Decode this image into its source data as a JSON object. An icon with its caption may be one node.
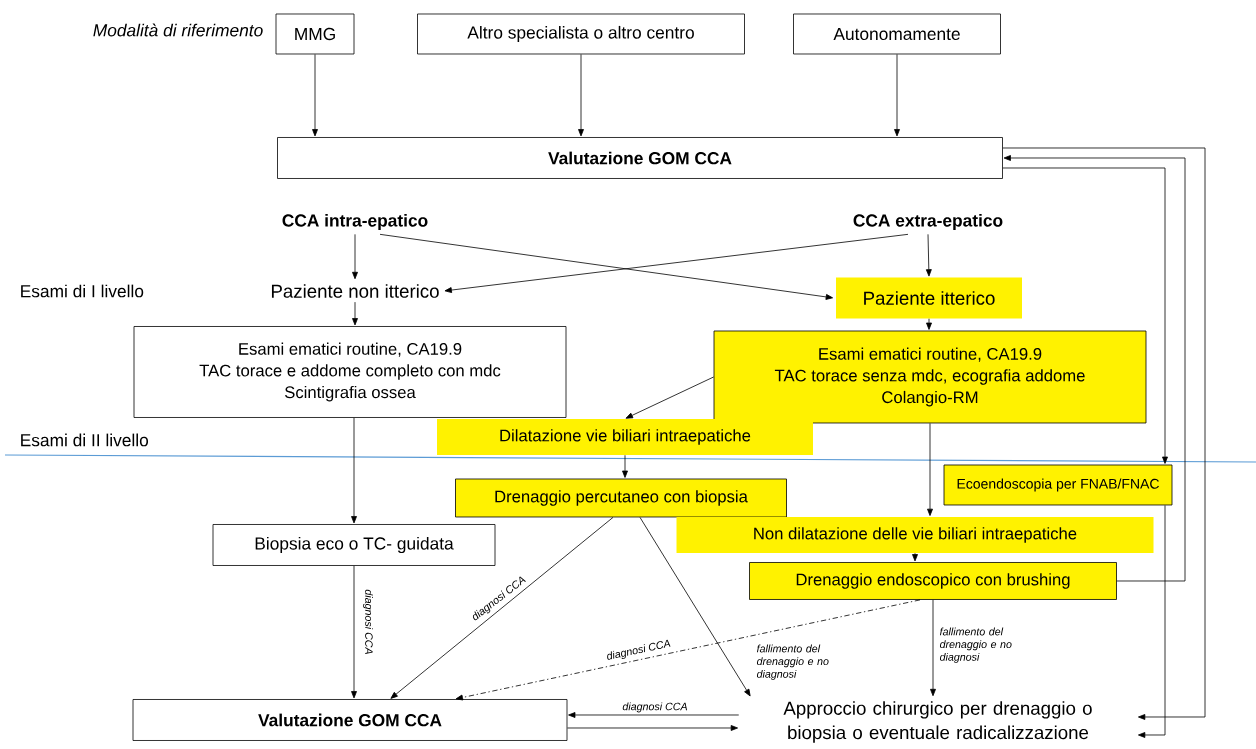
{
  "diagram": {
    "nodes": [
      {
        "text": [
          "MMG"
        ]
      },
      {
        "text": [
          "Altro specialista o altro centro"
        ]
      },
      {
        "text": [
          "Autonomamente"
        ]
      },
      {
        "text": [
          "Valutazione GOM CCA"
        ]
      },
      {
        "text": [
          "CCA intra-epatico"
        ]
      },
      {
        "text": [
          "CCA extra-epatico"
        ]
      },
      {
        "text": [
          "Paziente non itterico"
        ]
      },
      {
        "text": [
          "Paziente itterico"
        ]
      },
      {
        "text": [
          "Esami ematici routine, CA19.9",
          "TAC torace e addome completo con mdc",
          "Scintigrafia ossea"
        ]
      },
      {
        "text": [
          "Esami ematici routine, CA19.9",
          "TAC torace senza mdc, ecografia addome",
          "Colangio-RM"
        ]
      },
      {
        "text": [
          "Dilatazione vie biliari intraepatiche"
        ]
      },
      {
        "text": [
          "Drenaggio percutaneo con biopsia"
        ]
      },
      {
        "text": [
          "Biopsia eco o TC- guidata"
        ]
      },
      {
        "text": [
          "Ecoendoscopia per FNAB/FNAC"
        ]
      },
      {
        "text": [
          "Non dilatazione delle vie biliari intraepatiche"
        ]
      },
      {
        "text": [
          "Drenaggio endoscopico con brushing"
        ]
      },
      {
        "text": [
          "Valutazione GOM CCA"
        ]
      },
      {
        "text": [
          "Approccio chirurgico per drenaggio o biopsia o eventuale radicalizzazione"
        ]
      }
    ],
    "edges": [
      {
        "from": 0,
        "to": 3,
        "arrow": "to"
      },
      {
        "from": 1,
        "to": 3,
        "arrow": "to"
      },
      {
        "from": 2,
        "to": 3,
        "arrow": "to"
      },
      {
        "from": 4,
        "to": 6,
        "arrow": "to"
      },
      {
        "from": 4,
        "to": 7,
        "arrow": "to"
      },
      {
        "from": 5,
        "to": 7,
        "arrow": "to"
      },
      {
        "from": 5,
        "to": 6,
        "arrow": "to"
      },
      {
        "from": 6,
        "to": 8,
        "arrow": "to"
      },
      {
        "from": 7,
        "to": 9,
        "arrow": "to"
      },
      {
        "from": 9,
        "to": 10,
        "arrow": "to"
      },
      {
        "from": 10,
        "to": 11,
        "arrow": "to"
      },
      {
        "from": 8,
        "to": 12,
        "arrow": "to"
      },
      {
        "from": 9,
        "to": 14,
        "arrow": "to"
      },
      {
        "from": 14,
        "to": 15,
        "arrow": "to"
      },
      {
        "from": 12,
        "to": 16,
        "arrow": "to",
        "label": "diagnosi CCA"
      },
      {
        "from": 11,
        "to": 16,
        "arrow": "to",
        "label": "diagnosi CCA"
      },
      {
        "from": 11,
        "to": 17,
        "arrow": "to",
        "label": "fallimento del drenaggio e no diagnosi"
      },
      {
        "from": 15,
        "to": 16,
        "arrow": "to",
        "label": "diagnosi CCA",
        "style": "dashed"
      },
      {
        "from": 15,
        "to": 17,
        "arrow": "to",
        "label": "fallimento del drenaggio e no diagnosi"
      },
      {
        "from": 15,
        "to": 3,
        "arrow": "to"
      },
      {
        "from": 3,
        "to": 17,
        "arrow": "to"
      },
      {
        "from": 3,
        "to": 13,
        "arrow": "to"
      },
      {
        "from": 13,
        "to": 17,
        "arrow": "to"
      },
      {
        "from": 17,
        "to": 16,
        "arrow": "to",
        "label": "diagnosi CCA"
      },
      {
        "from": 16,
        "to": 17,
        "arrow": "to"
      }
    ],
    "labels": [
      "Modalità di riferimento",
      "Esami di I livello",
      "Esami di II livello"
    ]
  }
}
